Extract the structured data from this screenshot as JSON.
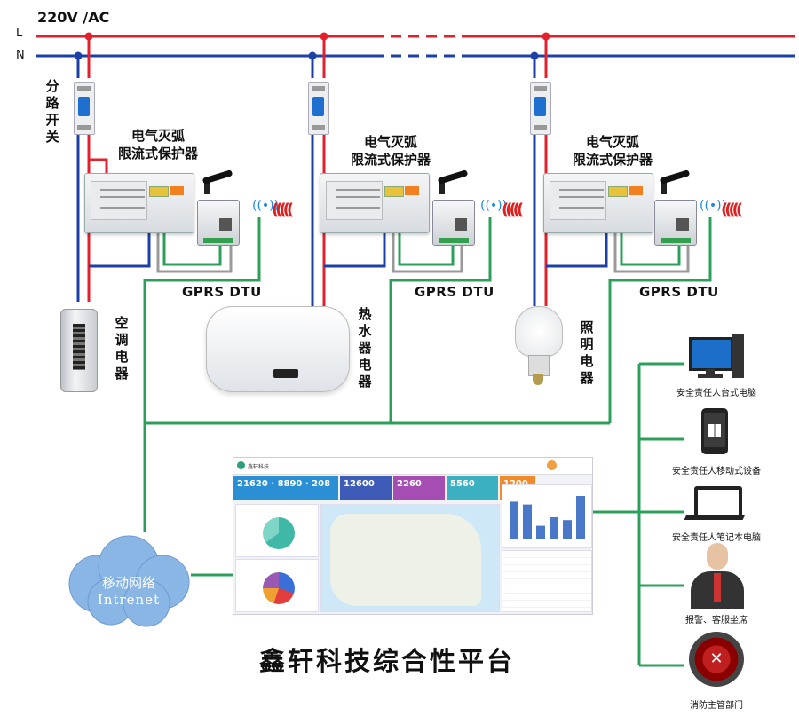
{
  "power": {
    "phase_label": "L",
    "neutral_label": "N",
    "voltage_label": "220V /AC"
  },
  "breaker_label": "分路开关",
  "protector_title_line1": "电气灭弧",
  "protector_title_line2": "限流式保护器",
  "dtu_label": "GPRS DTU",
  "loads": {
    "ac": "空调电器",
    "heater": "热水器电器",
    "lighting": "照明电器"
  },
  "cloud": {
    "line1": "移动网络",
    "line2": "Intrenet"
  },
  "terminals": [
    {
      "label": "安全责任人台式电脑",
      "icon": "desktop-icon"
    },
    {
      "label": "安全责任人移动式设备",
      "icon": "phone-icon"
    },
    {
      "label": "安全责任人笔记本电脑",
      "icon": "laptop-icon"
    },
    {
      "label": "报警、客服坐席",
      "icon": "agent-icon"
    },
    {
      "label": "消防主管部门",
      "icon": "fire-dept-icon"
    }
  ],
  "platform_title": "鑫轩科技综合性平台",
  "dashboard": {
    "brand": "鑫轩科技",
    "kpis": [
      "21620",
      "8890",
      "208",
      "12600",
      "2260",
      "5560",
      "1200"
    ],
    "bar_values": [
      52,
      48,
      18,
      30,
      26,
      60
    ]
  },
  "colors": {
    "live": "#e3202b",
    "neutral": "#1d3fa8",
    "signal": "#2ca05a",
    "comm": "#9a9a9a"
  }
}
